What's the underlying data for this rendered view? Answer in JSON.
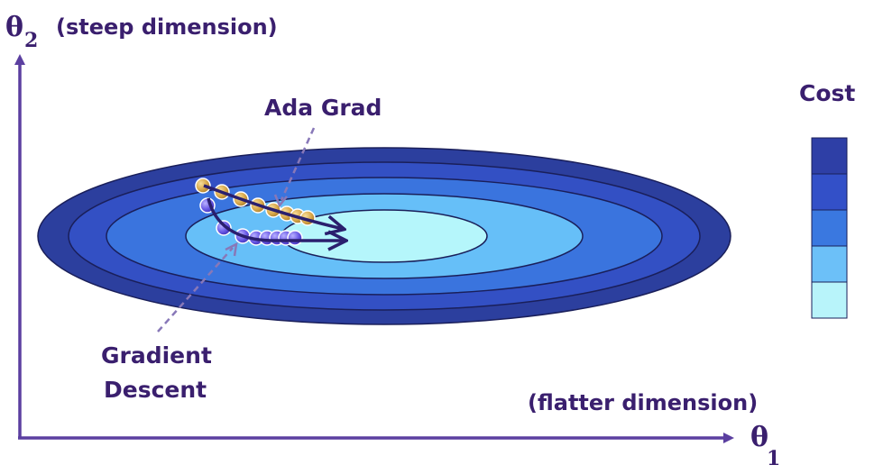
{
  "axes": {
    "y_symbol": "θ",
    "y_subscript": "2",
    "y_label": "(steep dimension)",
    "x_symbol": "θ",
    "x_subscript": "1",
    "x_label": "(flatter dimension)",
    "color": "#5b3fa0"
  },
  "annotations": {
    "adagrad": "Ada Grad",
    "gd_line1": "Gradient",
    "gd_line2": "Descent"
  },
  "legend": {
    "title": "Cost",
    "levels": [
      "#2e3fa6",
      "#3350c8",
      "#3a78e0",
      "#6cc0f8",
      "#b8f4fa"
    ]
  },
  "contours": {
    "colors": [
      "#2c3f9e",
      "#3350c4",
      "#3a74de",
      "#66bff8",
      "#b5f6fb"
    ]
  },
  "paths": {
    "adagrad_color": "#d9a84a",
    "gradient_descent_color": "#6a5ae6"
  }
}
